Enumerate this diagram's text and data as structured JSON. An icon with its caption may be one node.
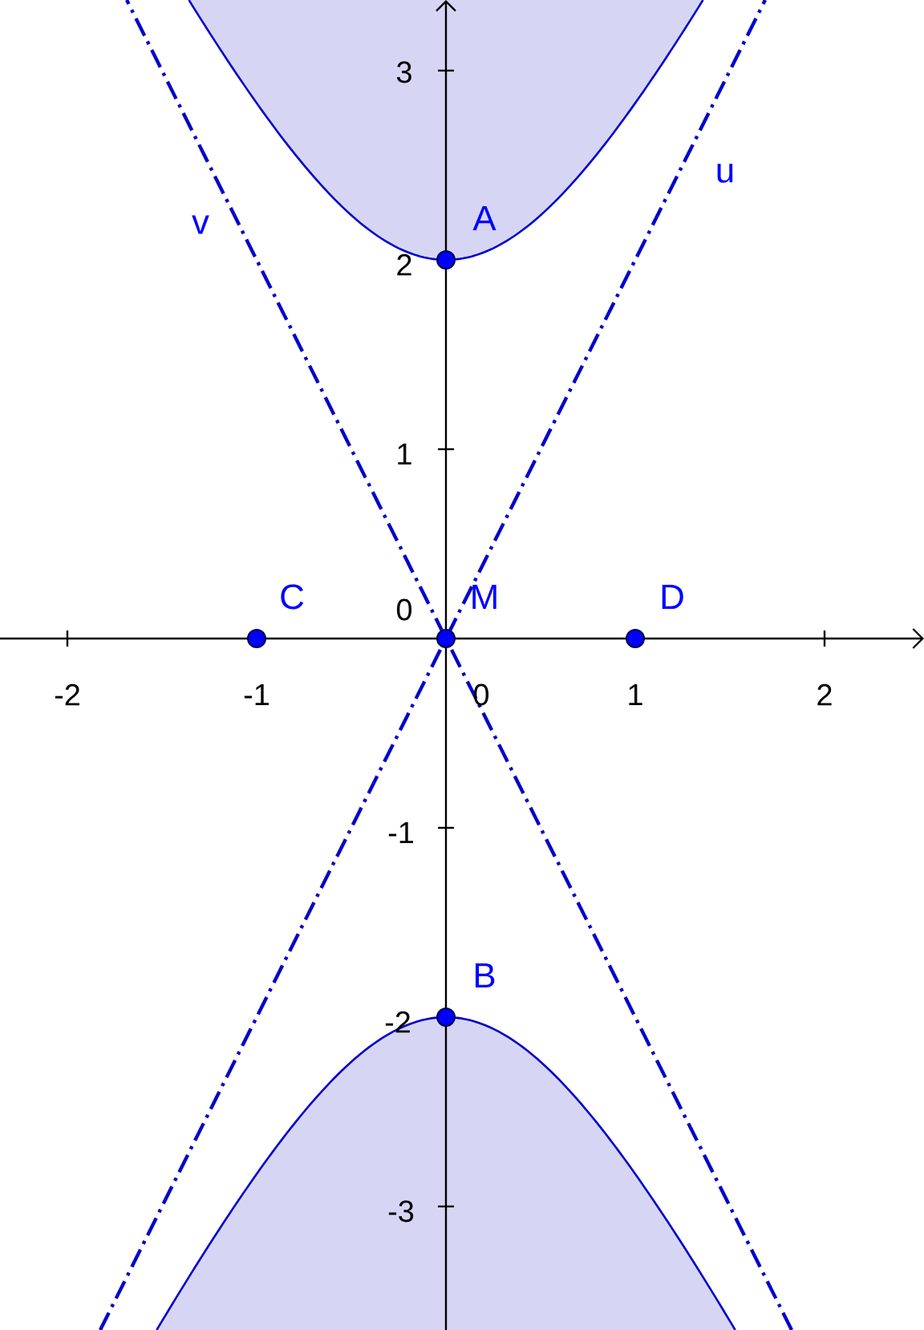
{
  "diagram": {
    "labels": [
      "3",
      "u",
      "v",
      "A",
      "2",
      "1",
      "C",
      "M",
      "D",
      "0",
      "-2",
      "-1",
      "0",
      "1",
      "2",
      "-1",
      "B",
      "-2",
      "-3"
    ]
  }
}
